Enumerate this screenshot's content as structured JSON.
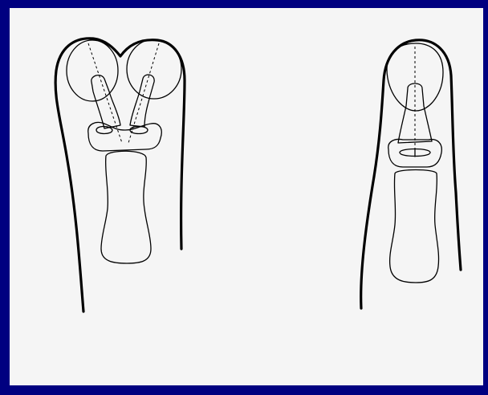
{
  "colors": {
    "border": "#000080",
    "panel": "#f5f5f5",
    "line": "#000000"
  },
  "figures": [
    {
      "name": "bifid-finger-tip",
      "icon": "split-fingertip-bones"
    },
    {
      "name": "normal-finger-tip",
      "icon": "single-fingertip-bones"
    }
  ]
}
